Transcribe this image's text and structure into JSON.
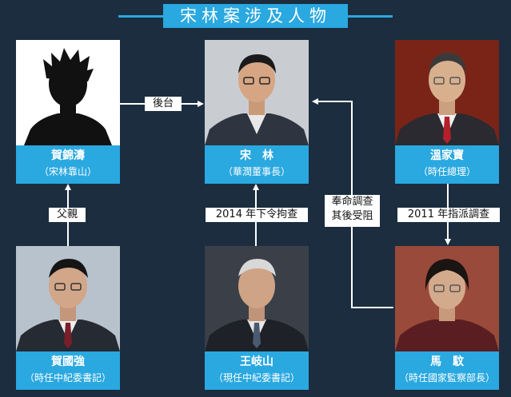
{
  "header": {
    "title": "宋林案涉及人物"
  },
  "people": {
    "jia_jintao": {
      "name": "賀錦濤",
      "role": "（宋林靠山）"
    },
    "song_lin": {
      "name": "宋　林",
      "role": "（華潤董事長）"
    },
    "wen_jiabao": {
      "name": "溫家寶",
      "role": "（時任總理）"
    },
    "he_guoqiang": {
      "name": "賀國強",
      "role": "（時任中紀委書記）"
    },
    "wang_qishan": {
      "name": "王岐山",
      "role": "（現任中紀委書記）"
    },
    "ma_wen": {
      "name": "馬　馼",
      "role": "（時任國家監察部長）"
    }
  },
  "relations": {
    "backer": "後台",
    "father": "父親",
    "arrest_2014": "2014 年下令拘查",
    "investigate_line1": "奉命調查",
    "investigate_line2": "其後受阻",
    "order_2011": "2011 年指派調查"
  },
  "colors": {
    "background": "#1b2d3f",
    "accent": "#2aa8e0",
    "line": "#ffffff"
  }
}
